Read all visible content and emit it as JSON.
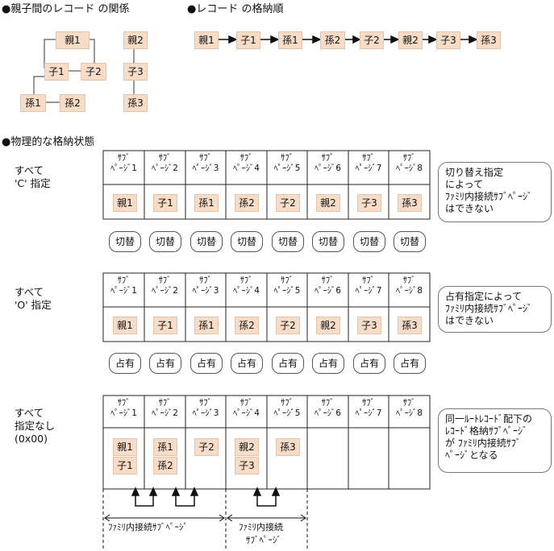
{
  "relations": {
    "title": "●親子間のレコード の関係",
    "parent1": "親1",
    "child1": "子1",
    "child2": "子2",
    "grand1": "孫1",
    "grand2": "孫2",
    "parent2": "親2",
    "child3": "子3",
    "grand3": "孫3"
  },
  "order": {
    "title": "●レコード の格納順",
    "sequence": [
      "親1",
      "子1",
      "孫1",
      "孫2",
      "子2",
      "親2",
      "子3",
      "孫3"
    ]
  },
  "physical": {
    "title": "●物理的な格納状態",
    "subpage_header_top": "ｻﾌﾞ",
    "subpage_labels": [
      "ﾍﾟｰｼﾞ1",
      "ﾍﾟｰｼﾞ2",
      "ﾍﾟｰｼﾞ3",
      "ﾍﾟｰｼﾞ4",
      "ﾍﾟｰｼﾞ5",
      "ﾍﾟｰｼﾞ6",
      "ﾍﾟｰｼﾞ7",
      "ﾍﾟｰｼﾞ8"
    ],
    "sections": [
      {
        "label_line1": "すべて",
        "label_line2": "'C' 指定",
        "label_line3": "",
        "cells": [
          "親1",
          "子1",
          "孫1",
          "孫2",
          "子2",
          "親2",
          "子3",
          "孫3"
        ],
        "bubble": "切替",
        "note": [
          "切り替え指定",
          "によって",
          "ﾌｧﾐﾘ内接続ｻﾌﾞﾍﾟｰｼﾞ",
          "はできない"
        ]
      },
      {
        "label_line1": "すべて",
        "label_line2": "'O' 指定",
        "label_line3": "",
        "cells": [
          "親1",
          "子1",
          "孫1",
          "孫2",
          "子2",
          "親2",
          "子3",
          "孫3"
        ],
        "bubble": "占有",
        "note": [
          "占有指定によって",
          "ﾌｧﾐﾘ内接続ｻﾌﾞﾍﾟｰｼﾞ",
          "はできない"
        ]
      },
      {
        "label_line1": "すべて",
        "label_line2": "指定なし",
        "label_line3": "(0x00)",
        "cells_stack": [
          [
            "親1",
            "子1"
          ],
          [
            "孫1",
            "孫2"
          ],
          [
            "子2"
          ],
          [
            "親2",
            "子3"
          ],
          [
            "孫3"
          ],
          [],
          [],
          []
        ],
        "family_label_1": "ﾌｧﾐﾘ内接続ｻﾌﾞﾍﾟｰｼﾞ",
        "family_label_2_line1": "ﾌｧﾐﾘ内接続",
        "family_label_2_line2": "ｻﾌﾞﾍﾟｰｼﾞ",
        "note": [
          "同一ﾙｰﾄﾚｺｰﾄﾞ配下の",
          "ﾚｺｰﾄﾞ格納ｻﾌﾞﾍﾟｰｼﾞ",
          "が ﾌｧﾐﾘ内接続ｻﾌﾞ",
          "ﾍﾟｰｼﾞとなる"
        ]
      }
    ]
  }
}
